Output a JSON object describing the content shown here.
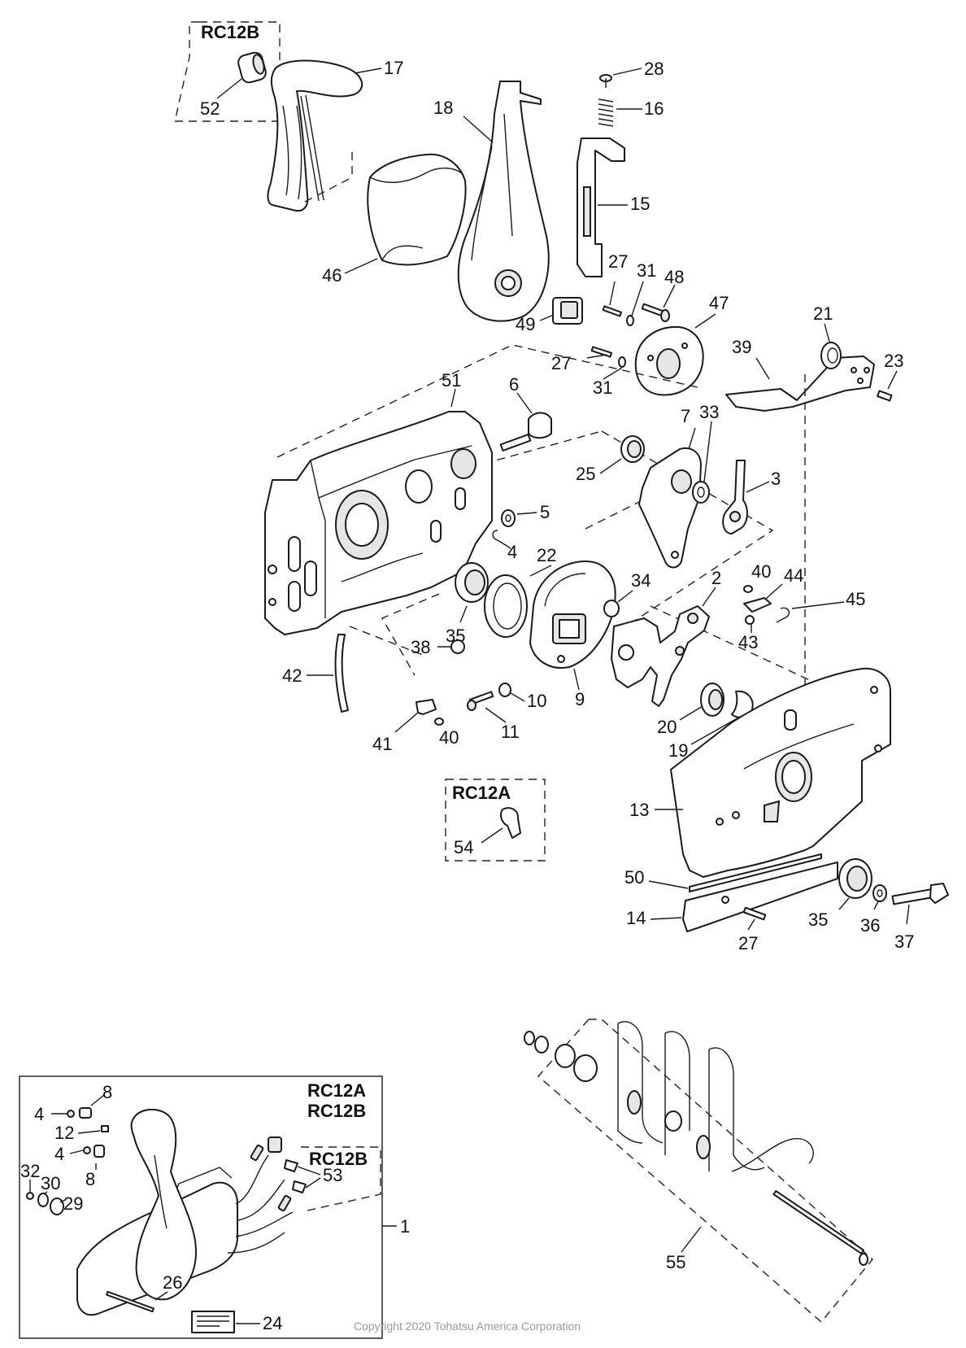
{
  "copyright": "Copyright 2020 Tohatsu America Corporation",
  "models": {
    "rc12b": "RC12B",
    "rc12a": "RC12A"
  },
  "parts": {
    "p1": "1",
    "p2": "2",
    "p3": "3",
    "p4": "4",
    "p5": "5",
    "p6": "6",
    "p7": "7",
    "p8": "8",
    "p9": "9",
    "p10": "10",
    "p11": "11",
    "p12": "12",
    "p13": "13",
    "p14": "14",
    "p15": "15",
    "p16": "16",
    "p17": "17",
    "p18": "18",
    "p19": "19",
    "p20": "20",
    "p21": "21",
    "p22": "22",
    "p23": "23",
    "p24": "24",
    "p25": "25",
    "p26": "26",
    "p27": "27",
    "p28": "28",
    "p29": "29",
    "p30": "30",
    "p31": "31",
    "p32": "32",
    "p33": "33",
    "p34": "34",
    "p35": "35",
    "p36": "36",
    "p37": "37",
    "p38": "38",
    "p39": "39",
    "p40": "40",
    "p41": "41",
    "p42": "42",
    "p43": "43",
    "p44": "44",
    "p45": "45",
    "p46": "46",
    "p47": "47",
    "p48": "48",
    "p49": "49",
    "p50": "50",
    "p51": "51",
    "p52": "52",
    "p53": "53",
    "p54": "54",
    "p55": "55"
  }
}
